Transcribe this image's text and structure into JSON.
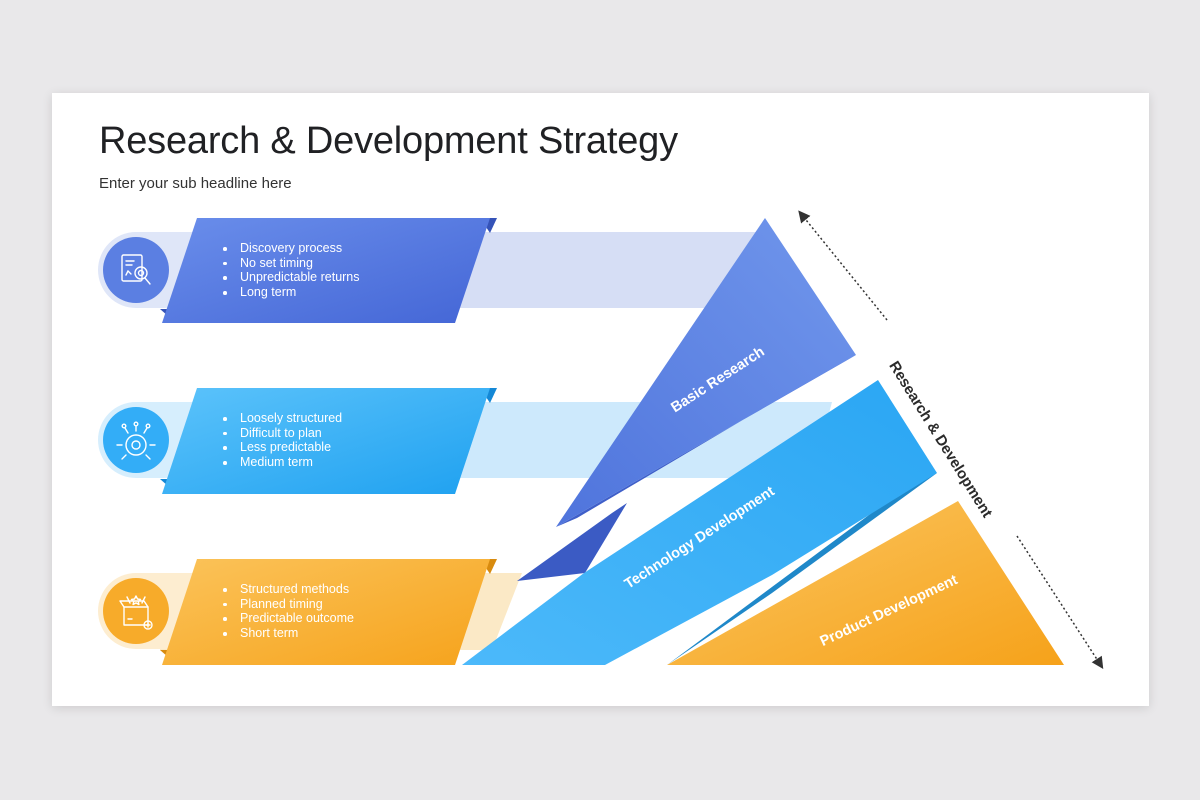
{
  "title": "Research & Development Strategy",
  "subtitle": "Enter your sub headline here",
  "rows": [
    {
      "icon": "research-report-icon",
      "color": "#4e73df",
      "bullets": [
        "Discovery process",
        "No set timing",
        "Unpredictable returns",
        "Long term"
      ]
    },
    {
      "icon": "gear-circuit-icon",
      "color": "#2ea8f5",
      "bullets": [
        "Loosely structured",
        "Difficult to plan",
        "Less predictable",
        "Medium term"
      ]
    },
    {
      "icon": "product-box-icon",
      "color": "#f8a925",
      "bullets": [
        "Structured methods",
        "Planned timing",
        "Predictable outcome",
        "Short term"
      ]
    }
  ],
  "stages": {
    "basic": "Basic Research",
    "technology": "Technology Development",
    "product": "Product Development"
  },
  "axis_label": "Research & Development"
}
